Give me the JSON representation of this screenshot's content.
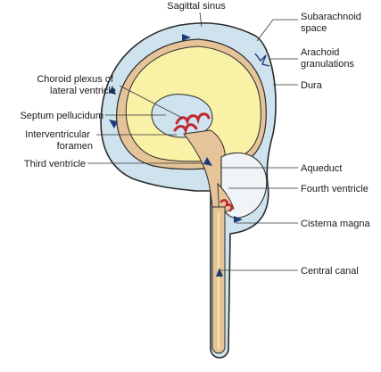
{
  "labels": {
    "sagittal_sinus": "Sagittal sinus",
    "subarachnoid_space_1": "Subarachnoid",
    "subarachnoid_space_2": "space",
    "arachoid_granulations_1": "Arachoid",
    "arachoid_granulations_2": "granulations",
    "dura": "Dura",
    "choroid_plexus_1": "Choroid plexus of",
    "choroid_plexus_2": "lateral ventricle",
    "septum_pellucidum": "Septum pellucidum",
    "interventricular_foramen_1": "Interventricular",
    "interventricular_foramen_2": "foramen",
    "third_ventricle": "Third ventricle",
    "aqueduct": "Aqueduct",
    "fourth_ventricle": "Fourth ventricle",
    "cisterna_magna": "Cisterna magna",
    "central_canal": "Central canal"
  },
  "colors": {
    "csf_space": "#cfe3ef",
    "ventricle": "#f8f1a6",
    "brain_tissue": "#e6c49a",
    "choroid_plexus": "#c0262d",
    "outline": "#2a2a2a",
    "flow_arrow": "#1d3b7a"
  }
}
